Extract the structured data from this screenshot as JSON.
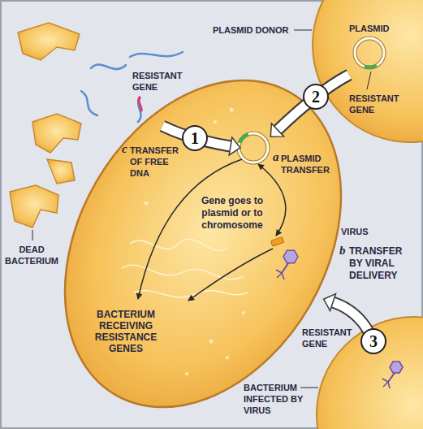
{
  "diagram": {
    "nodes": [
      {
        "text": [
          "1"
        ]
      },
      {
        "text": [
          "2"
        ]
      },
      {
        "text": [
          "3"
        ]
      }
    ],
    "labels": [
      "PLASMID",
      "PLASMID DONOR",
      "RESISTANT GENE",
      "RESISTANT GENE",
      "c",
      "TRANSFER OF FREE DNA",
      "a",
      "PLASMID TRANSFER",
      "Gene goes to plasmid or to chromosome",
      "VIRUS",
      "b",
      "TRANSFER BY VIRAL DELIVERY",
      "DEAD BACTERIUM",
      "BACTERIUM RECEIVING RESISTANCE GENES",
      "RESISTANT GENE",
      "BACTERIUM INFECTED BY VIRUS"
    ]
  }
}
